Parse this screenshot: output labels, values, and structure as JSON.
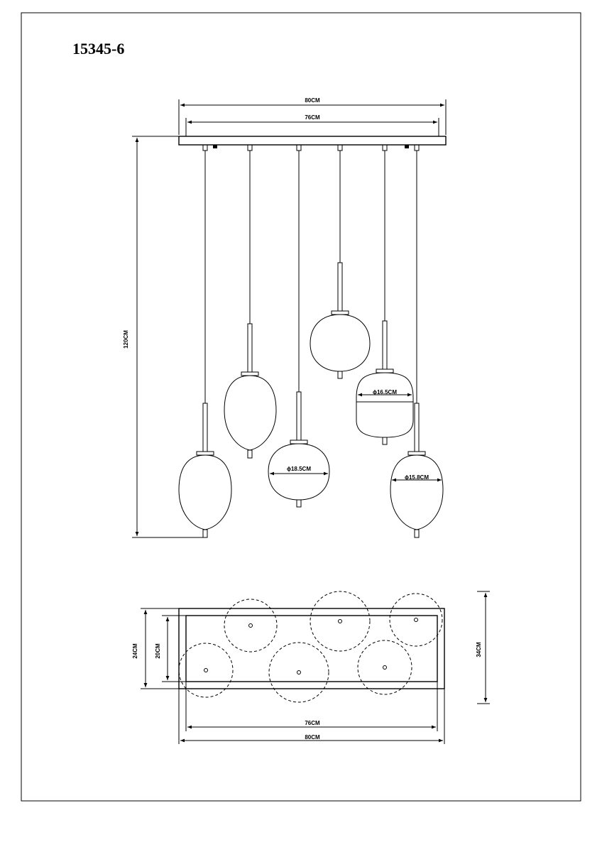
{
  "drawing": {
    "model_number": "15345-6",
    "front_view": {
      "width_total": "80CM",
      "width_canopy": "76CM",
      "height_total": "120CM",
      "diameter_a": "ϕ18.5CM",
      "diameter_b": "ϕ16.5CM",
      "diameter_c": "ϕ15.8CM"
    },
    "top_view": {
      "depth_outer_left": "24CM",
      "depth_inner": "20CM",
      "depth_outer_right": "34CM",
      "width_inner": "76CM",
      "width_outer": "80CM"
    }
  }
}
